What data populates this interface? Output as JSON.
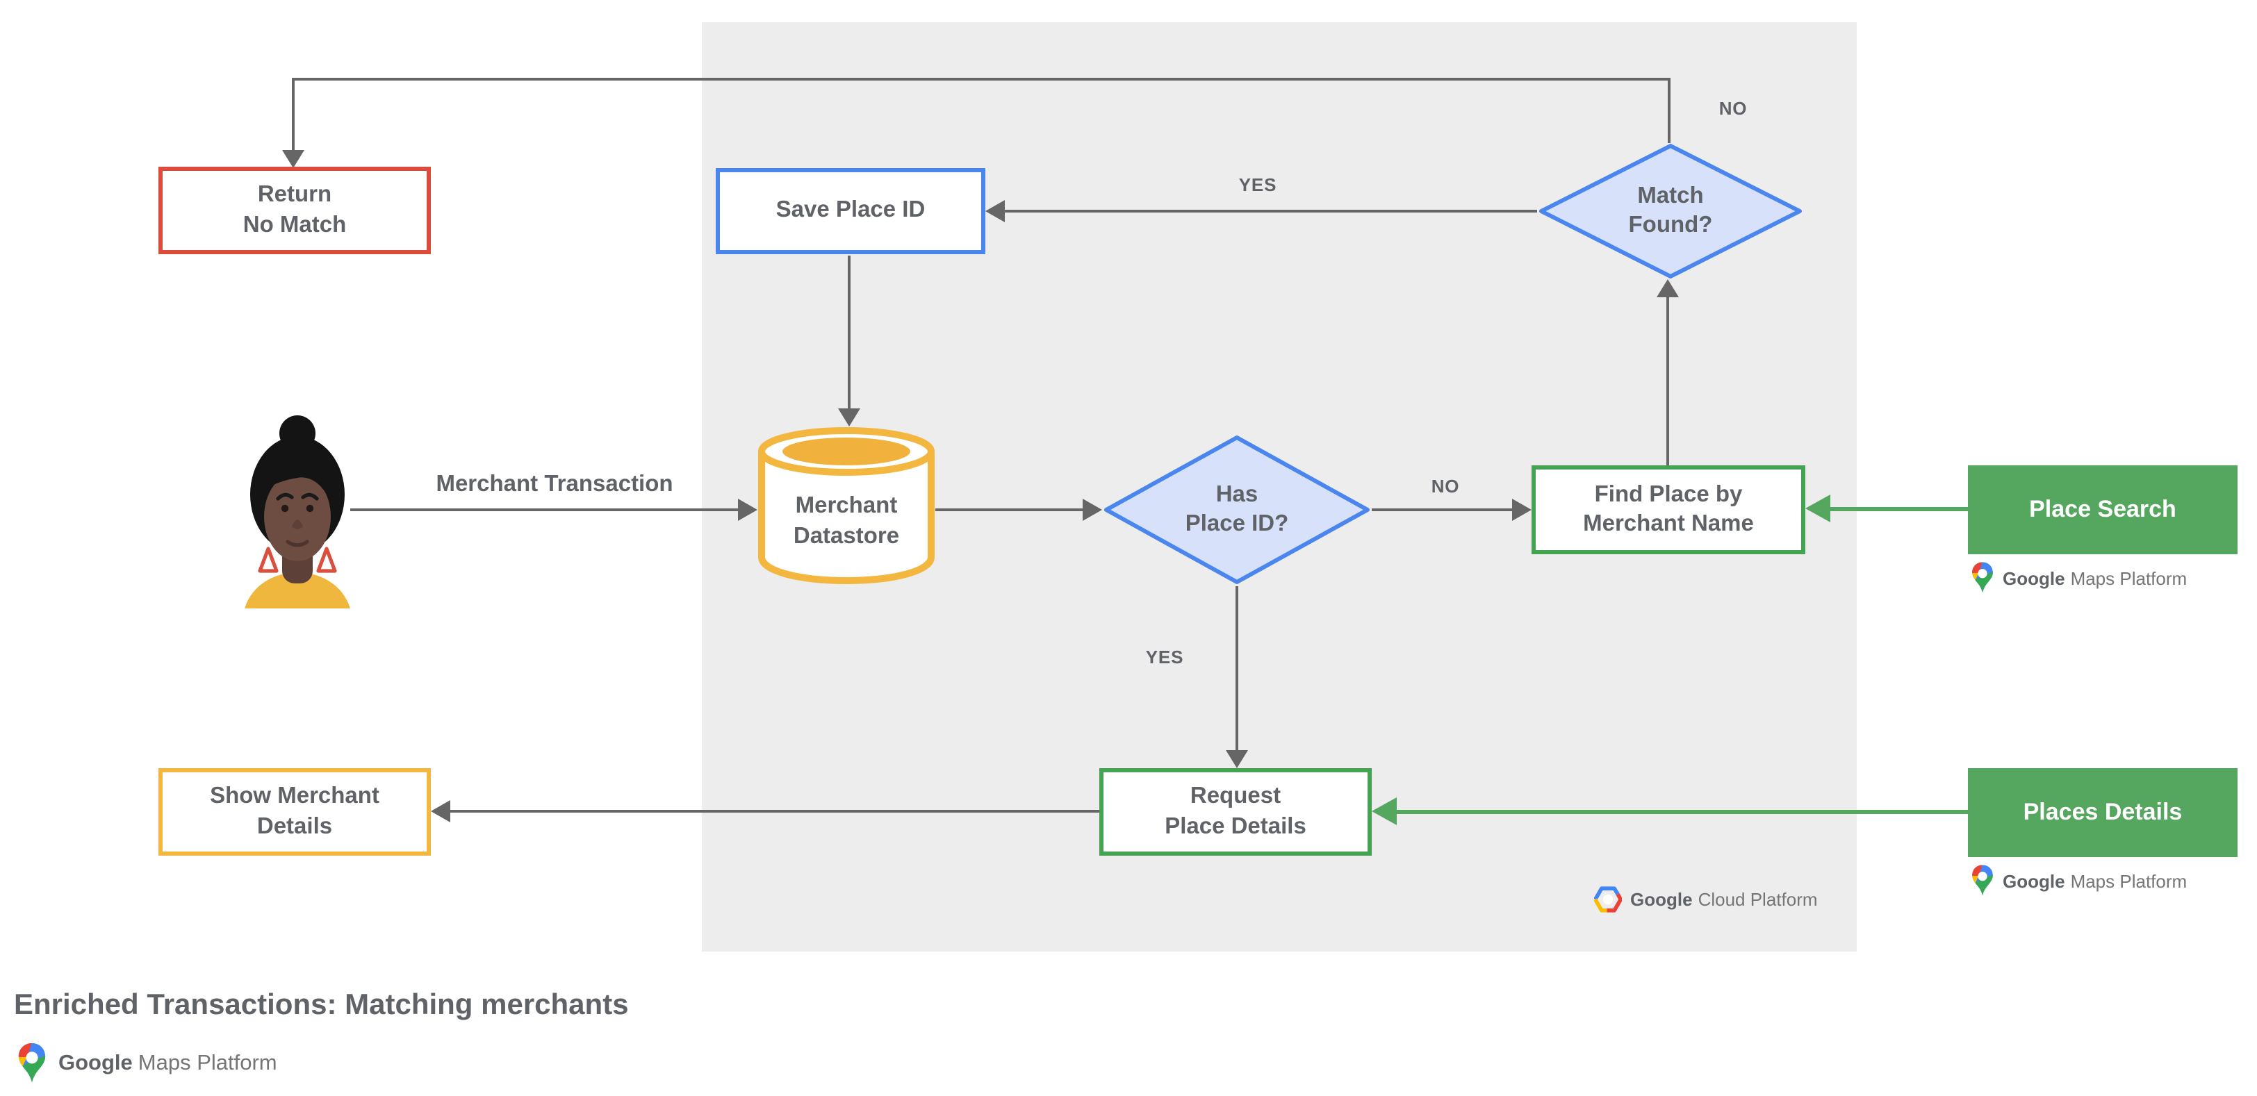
{
  "title": "Enriched Transactions: Matching merchants",
  "colors": {
    "panel": "#EDEDED",
    "line": "#666666",
    "text": "#5F6368",
    "red": "#DB4C3C",
    "blue": "#4A86EE",
    "blue_fill": "#D7E2FA",
    "yellow": "#F3B63F",
    "yellow_fill": "#F0B23C",
    "green": "#44A352",
    "green_fill": "#55A65F",
    "google_blue": "#4285F4",
    "google_red": "#EA4335",
    "google_yellow": "#FBBC04",
    "google_green": "#34A853"
  },
  "actor": {
    "flow_label": "Merchant Transaction"
  },
  "nodes": {
    "return_no_match": {
      "line1": "Return",
      "line2": "No Match"
    },
    "save_place_id": {
      "line1": "Save Place ID"
    },
    "match_found": {
      "line1": "Match",
      "line2": "Found?"
    },
    "merchant_datastore": {
      "line1": "Merchant",
      "line2": "Datastore"
    },
    "has_place_id": {
      "line1": "Has",
      "line2": "Place ID?"
    },
    "find_place": {
      "line1": "Find Place by",
      "line2": "Merchant Name"
    },
    "place_search": {
      "label": "Place Search"
    },
    "request_place_details": {
      "line1": "Request",
      "line2": "Place Details"
    },
    "places_details": {
      "label": "Places Details"
    },
    "show_merchant_details": {
      "line1": "Show Merchant",
      "line2": "Details"
    }
  },
  "edge_labels": {
    "match_found_no": "NO",
    "match_found_yes": "YES",
    "has_place_id_no": "NO",
    "has_place_id_yes": "YES"
  },
  "branding": {
    "maps_platform_word1": "Google",
    "maps_platform_word2": "Maps Platform",
    "cloud_platform_word1": "Google",
    "cloud_platform_word2": "Cloud Platform"
  }
}
